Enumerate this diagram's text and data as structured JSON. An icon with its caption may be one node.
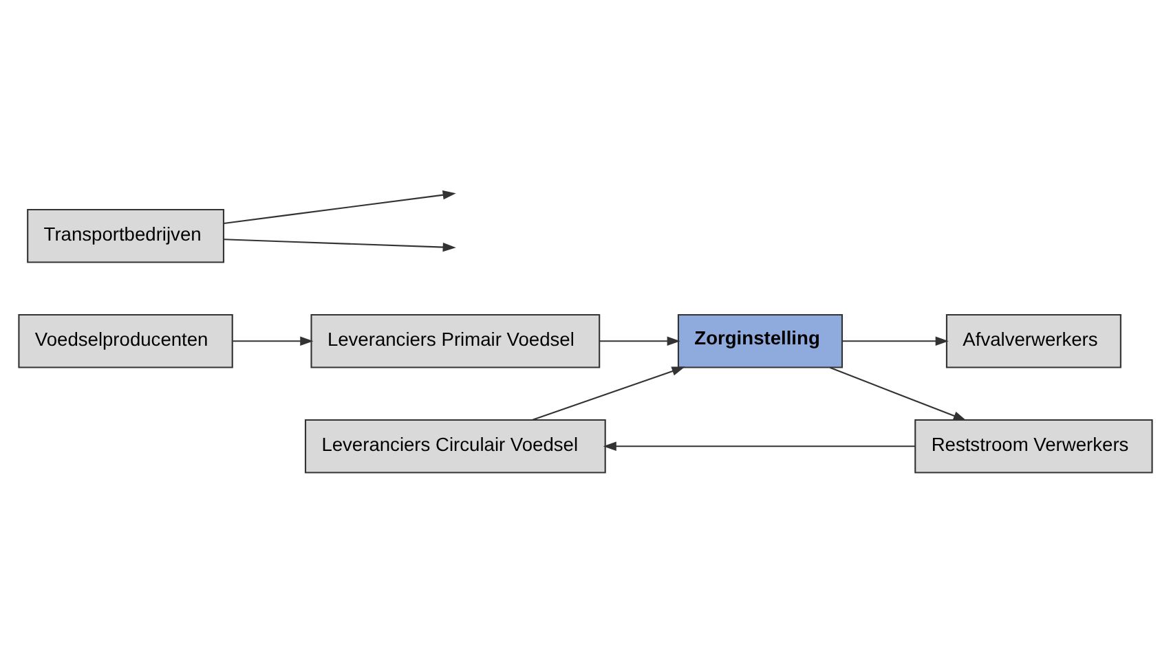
{
  "diagram": {
    "nodes": [
      {
        "text": [
          "Leveranciers Circulair Voedsel"
        ]
      },
      {
        "text": [
          "Reststroom Verwerkers"
        ]
      },
      {
        "text": [
          "Voedselproducenten"
        ]
      },
      {
        "text": [
          "Leveranciers Primair Voedsel"
        ]
      },
      {
        "text": [
          "Zorginstelling"
        ]
      },
      {
        "text": [
          "Transportbedrijven"
        ]
      },
      {
        "text": [
          "Afvalverwerkers"
        ]
      }
    ],
    "edges": [
      {
        "from": 2,
        "to": 3,
        "arrow": "to"
      },
      {
        "from": 3,
        "to": 4,
        "arrow": "to"
      },
      {
        "from": 4,
        "to": 1,
        "arrow": "to"
      },
      {
        "from": 1,
        "to": 0,
        "arrow": "to"
      },
      {
        "from": 0,
        "to": 4,
        "arrow": "to"
      },
      {
        "from": 4,
        "to": 6,
        "arrow": "to"
      },
      {
        "from": 5,
        "to": null,
        "arrow": "to"
      },
      {
        "from": 5,
        "to": null,
        "arrow": "to"
      }
    ]
  }
}
